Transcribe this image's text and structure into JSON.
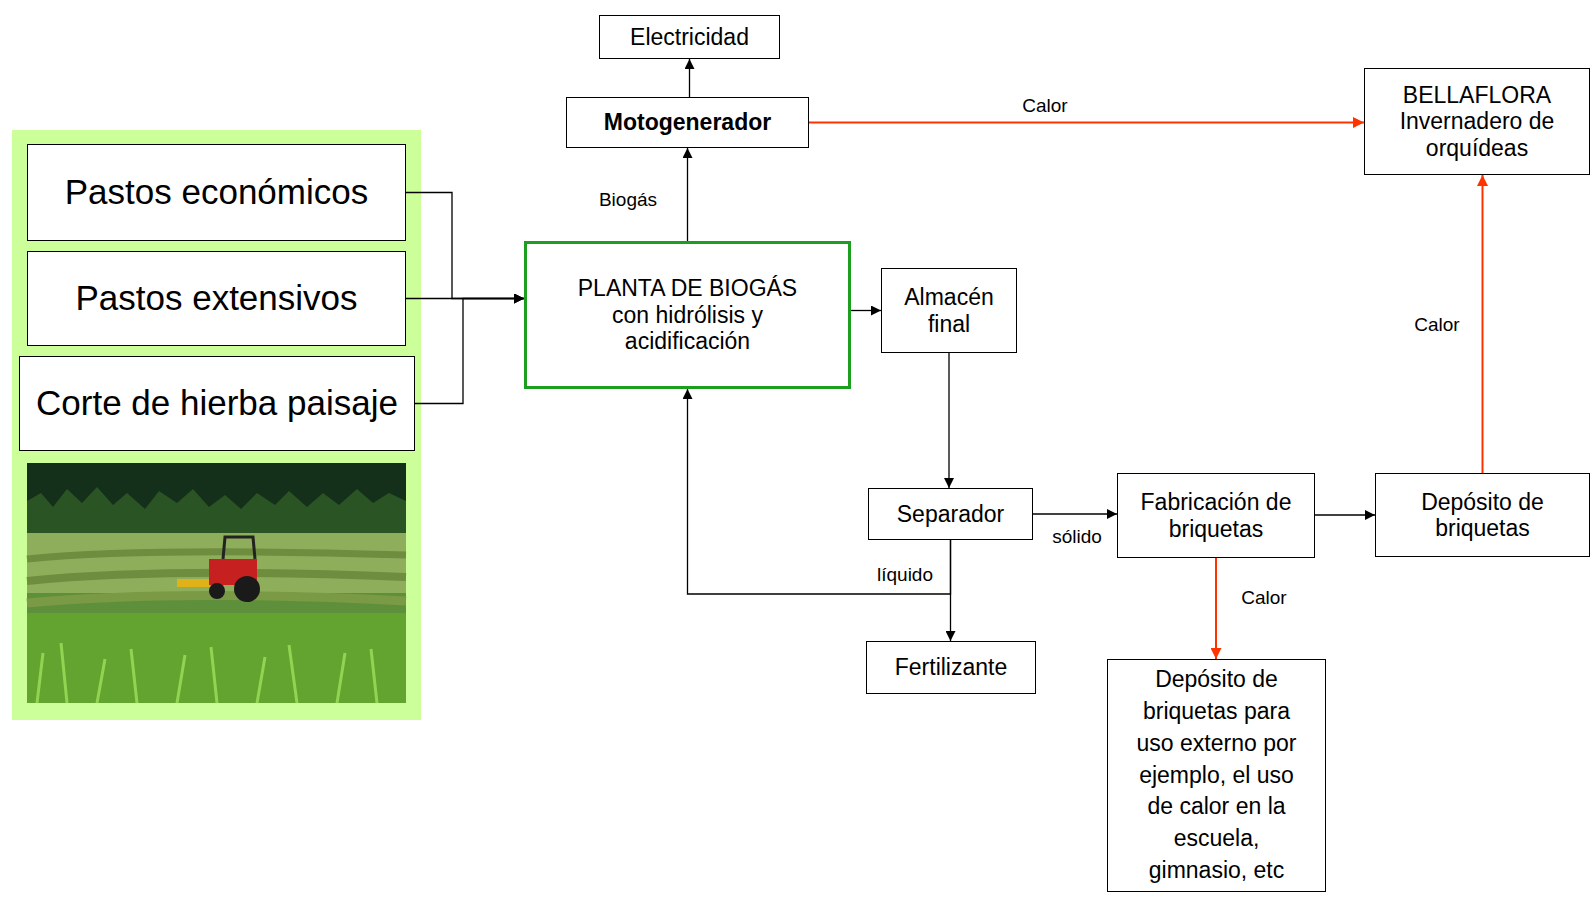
{
  "diagram": {
    "nodes": [
      {
        "text": [
          "Pastos económicos"
        ]
      },
      {
        "text": [
          "Pastos extensivos"
        ]
      },
      {
        "text": [
          "Corte de hierba paisaje"
        ]
      },
      {
        "text": [
          "Electricidad"
        ]
      },
      {
        "text": [
          "Motogenerador"
        ]
      },
      {
        "text": [
          "BELLAFLORA",
          "Invernadero de orquídeas"
        ]
      },
      {
        "text": [
          "PLANTA DE BIOGÁS",
          "con hidrólisis y acidificación"
        ]
      },
      {
        "text": [
          "Almacén final"
        ]
      },
      {
        "text": [
          "Separador"
        ]
      },
      {
        "text": [
          "Fabricación de briquetas"
        ]
      },
      {
        "text": [
          "Depósito de briquetas"
        ]
      },
      {
        "text": [
          "Fertilizante"
        ]
      },
      {
        "text": [
          "Depósito de briquetas para uso externo por ejemplo, el uso de calor en la escuela, gimnasio, etc"
        ]
      }
    ],
    "edges": [
      {
        "from": 0,
        "to": 6,
        "arrow": "to"
      },
      {
        "from": 1,
        "to": 6,
        "arrow": "to"
      },
      {
        "from": 2,
        "to": 6,
        "arrow": "to"
      },
      {
        "from": 6,
        "to": 4,
        "label": "Biogás",
        "arrow": "to"
      },
      {
        "from": 4,
        "to": 3,
        "arrow": "to"
      },
      {
        "from": 4,
        "to": 5,
        "label": "Calor",
        "arrow": "to"
      },
      {
        "from": 6,
        "to": 7,
        "arrow": "to"
      },
      {
        "from": 7,
        "to": 8,
        "arrow": "to"
      },
      {
        "from": 8,
        "to": 9,
        "label": "sólido",
        "arrow": "to"
      },
      {
        "from": 9,
        "to": 10,
        "arrow": "to"
      },
      {
        "from": 10,
        "to": 5,
        "label": "Calor",
        "arrow": "to"
      },
      {
        "from": 9,
        "to": 12,
        "label": "Calor",
        "arrow": "to"
      },
      {
        "from": 8,
        "to": 11,
        "label": "líquido",
        "arrow": "to"
      },
      {
        "from": 8,
        "to": 6,
        "arrow": "to"
      }
    ]
  }
}
